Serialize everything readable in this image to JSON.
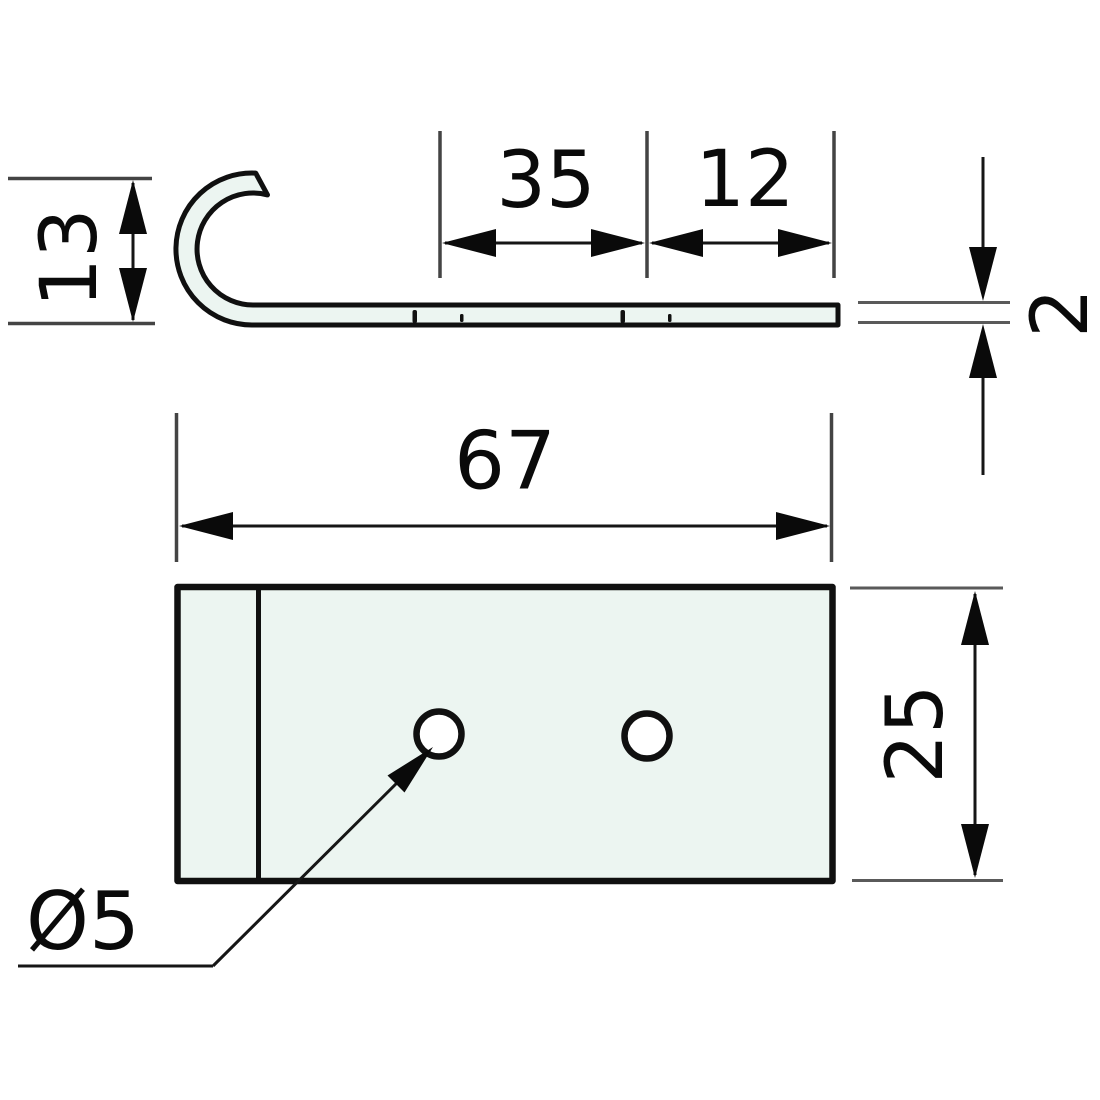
{
  "drawing": {
    "type": "technical-dimension-drawing",
    "part": "j-hook-bracket",
    "views": {
      "side_view": "hook profile with bent end",
      "plan_view": "flat plate with two holes and bend line"
    },
    "dimensions": {
      "hook_height": "13",
      "hole_spacing": "35",
      "hole_to_end": "12",
      "material_thickness": "2",
      "plate_length": "67",
      "plate_width": "25",
      "hole_diameter": "Ø5"
    },
    "colors": {
      "background": "#ffffff",
      "part_fill": "#e8f2ee",
      "part_outline": "#101010",
      "extension_line": "#444444",
      "extension_line_gray": "#5a5a5a",
      "dimension_line": "#161616",
      "text": "#0a0a0a"
    },
    "hole_count": "2"
  }
}
